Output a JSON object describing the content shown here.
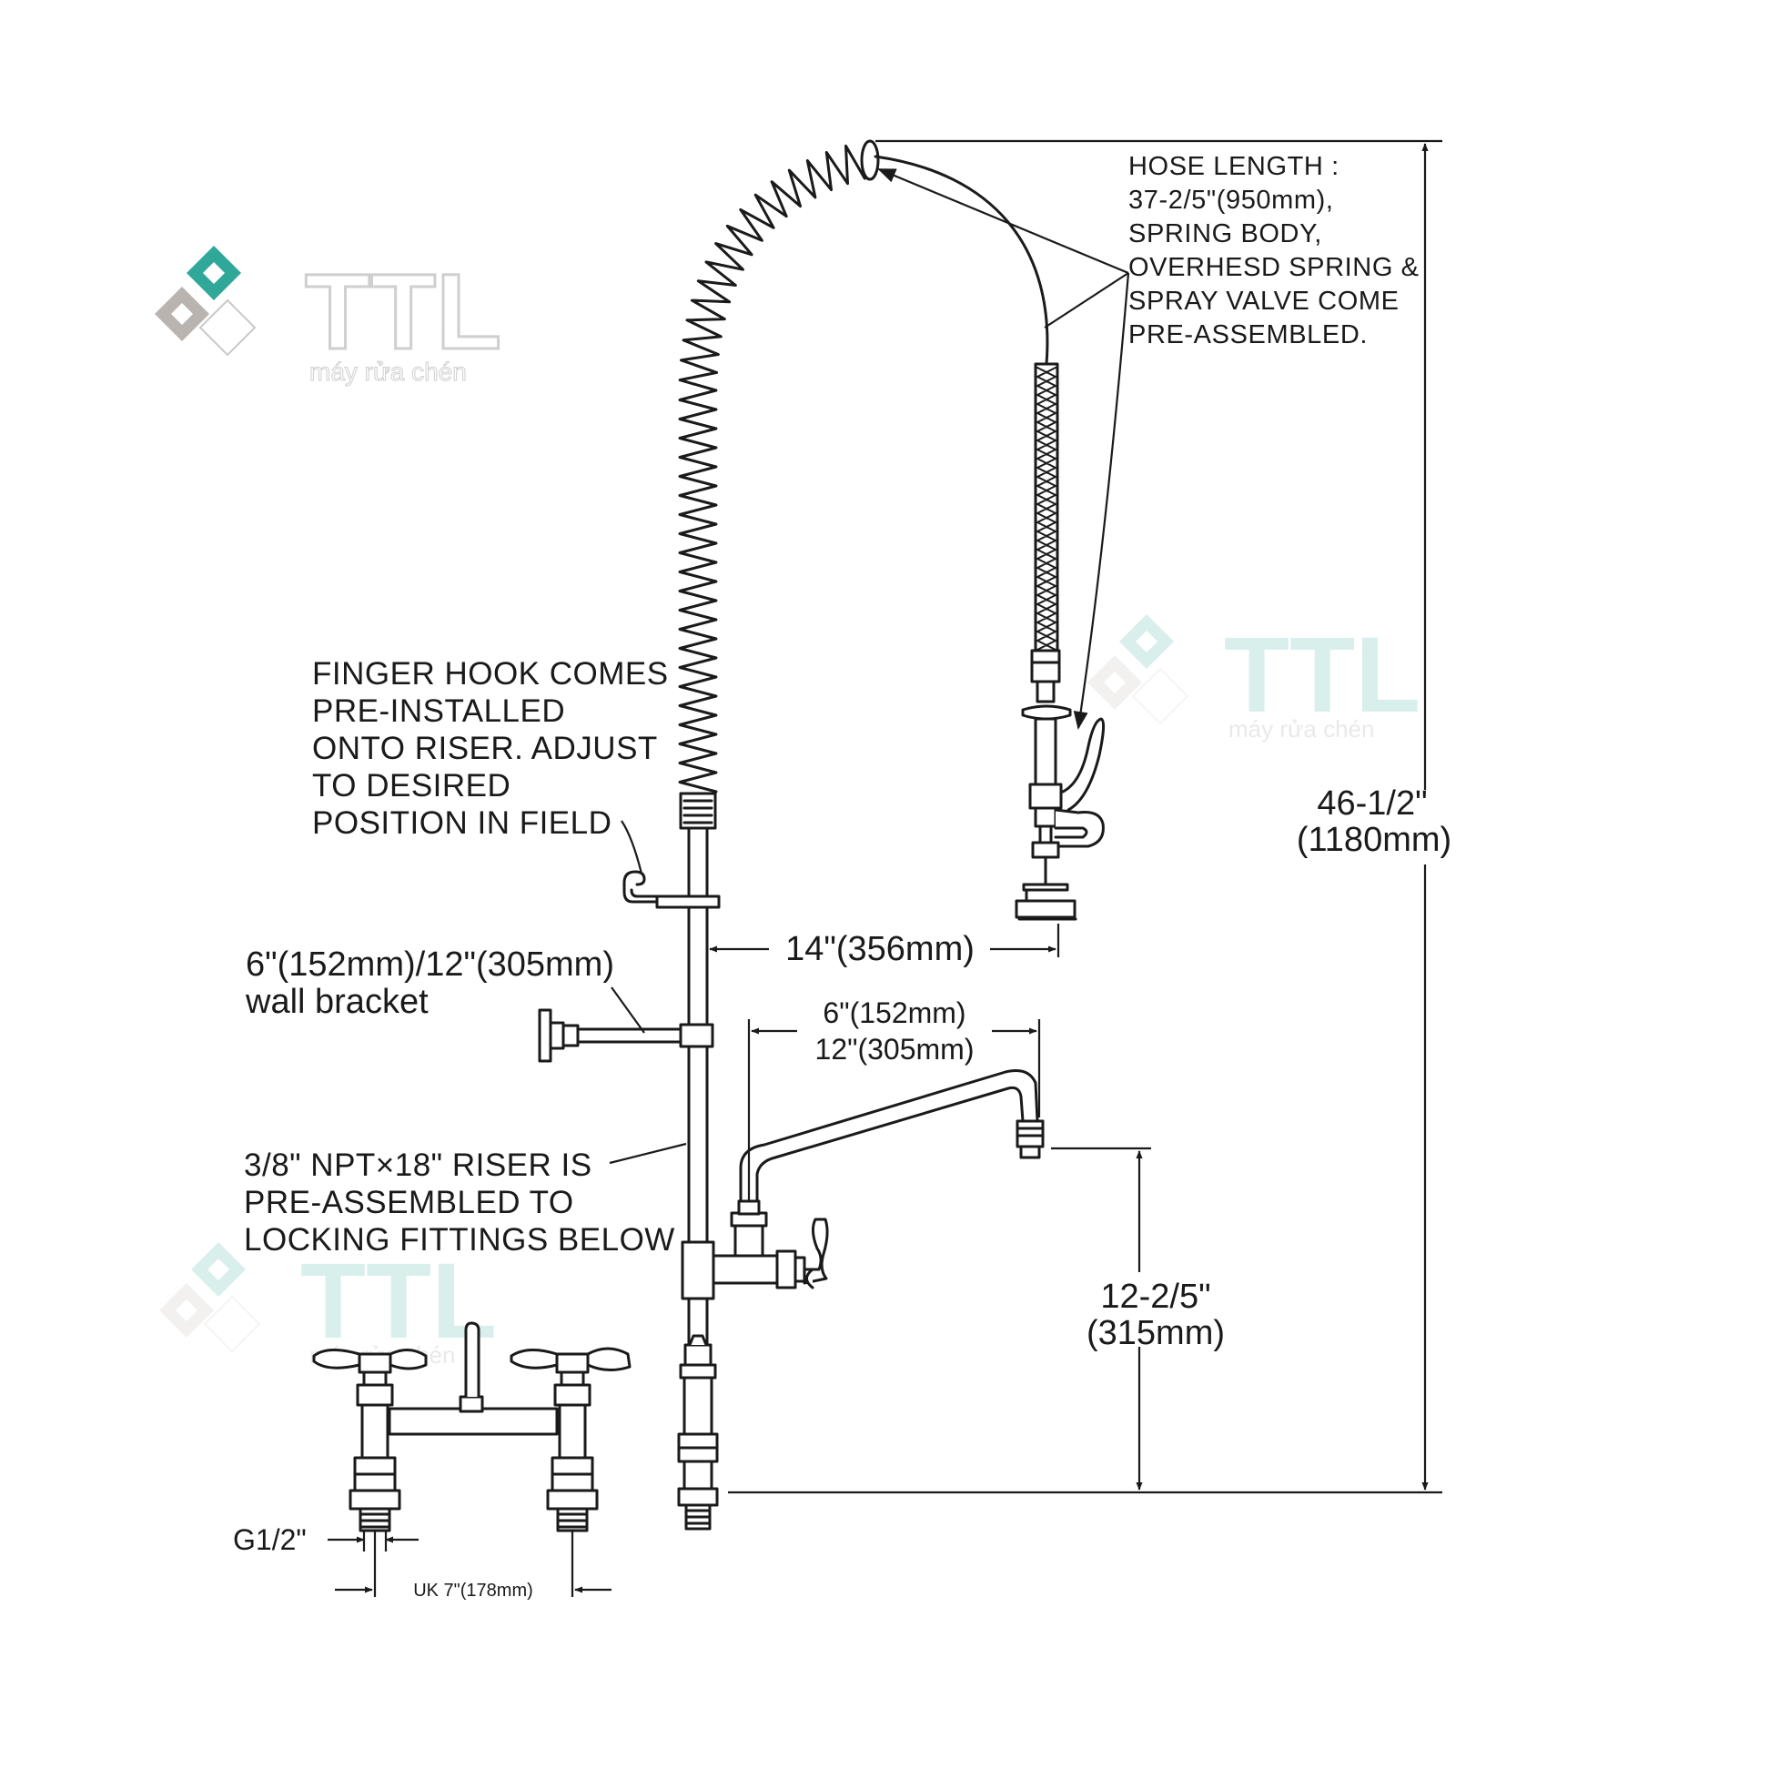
{
  "diagram": {
    "hose_note": [
      "HOSE LENGTH :",
      "37-2/5\"(950mm),",
      "SPRING BODY,",
      "OVERHESD SPRING &",
      "SPRAY VALVE COME",
      "PRE-ASSEMBLED."
    ],
    "finger_hook_note": [
      "FINGER HOOK COMES",
      "PRE-INSTALLED",
      "ONTO RISER. ADJUST",
      "TO DESIRED",
      "POSITION IN FIELD"
    ],
    "wall_bracket_note": [
      "6\"(152mm)/12\"(305mm)",
      "wall bracket"
    ],
    "riser_note": [
      "3/8\" NPT×18\" RISER IS",
      "PRE-ASSEMBLED TO",
      "LOCKING FITTINGS BELOW"
    ],
    "dimensions": {
      "total_height": [
        "46-1/2\"",
        "(1180mm)"
      ],
      "reach": "14\"(356mm)",
      "spout": [
        "6\"(152mm)",
        "12\"(305mm)"
      ],
      "spout_height": [
        "12-2/5\"",
        "(315mm)"
      ],
      "inlet": "G1/2\"",
      "centers": "UK 7\"(178mm)"
    }
  },
  "watermark": {
    "brand": "TTL",
    "tagline": "máy rửa chén",
    "colors": {
      "teal": "#2fa89a",
      "gray": "#b9b4b0",
      "white": "#ffffff"
    }
  },
  "colors": {
    "line": "#1a1a1a",
    "background": "#ffffff"
  }
}
